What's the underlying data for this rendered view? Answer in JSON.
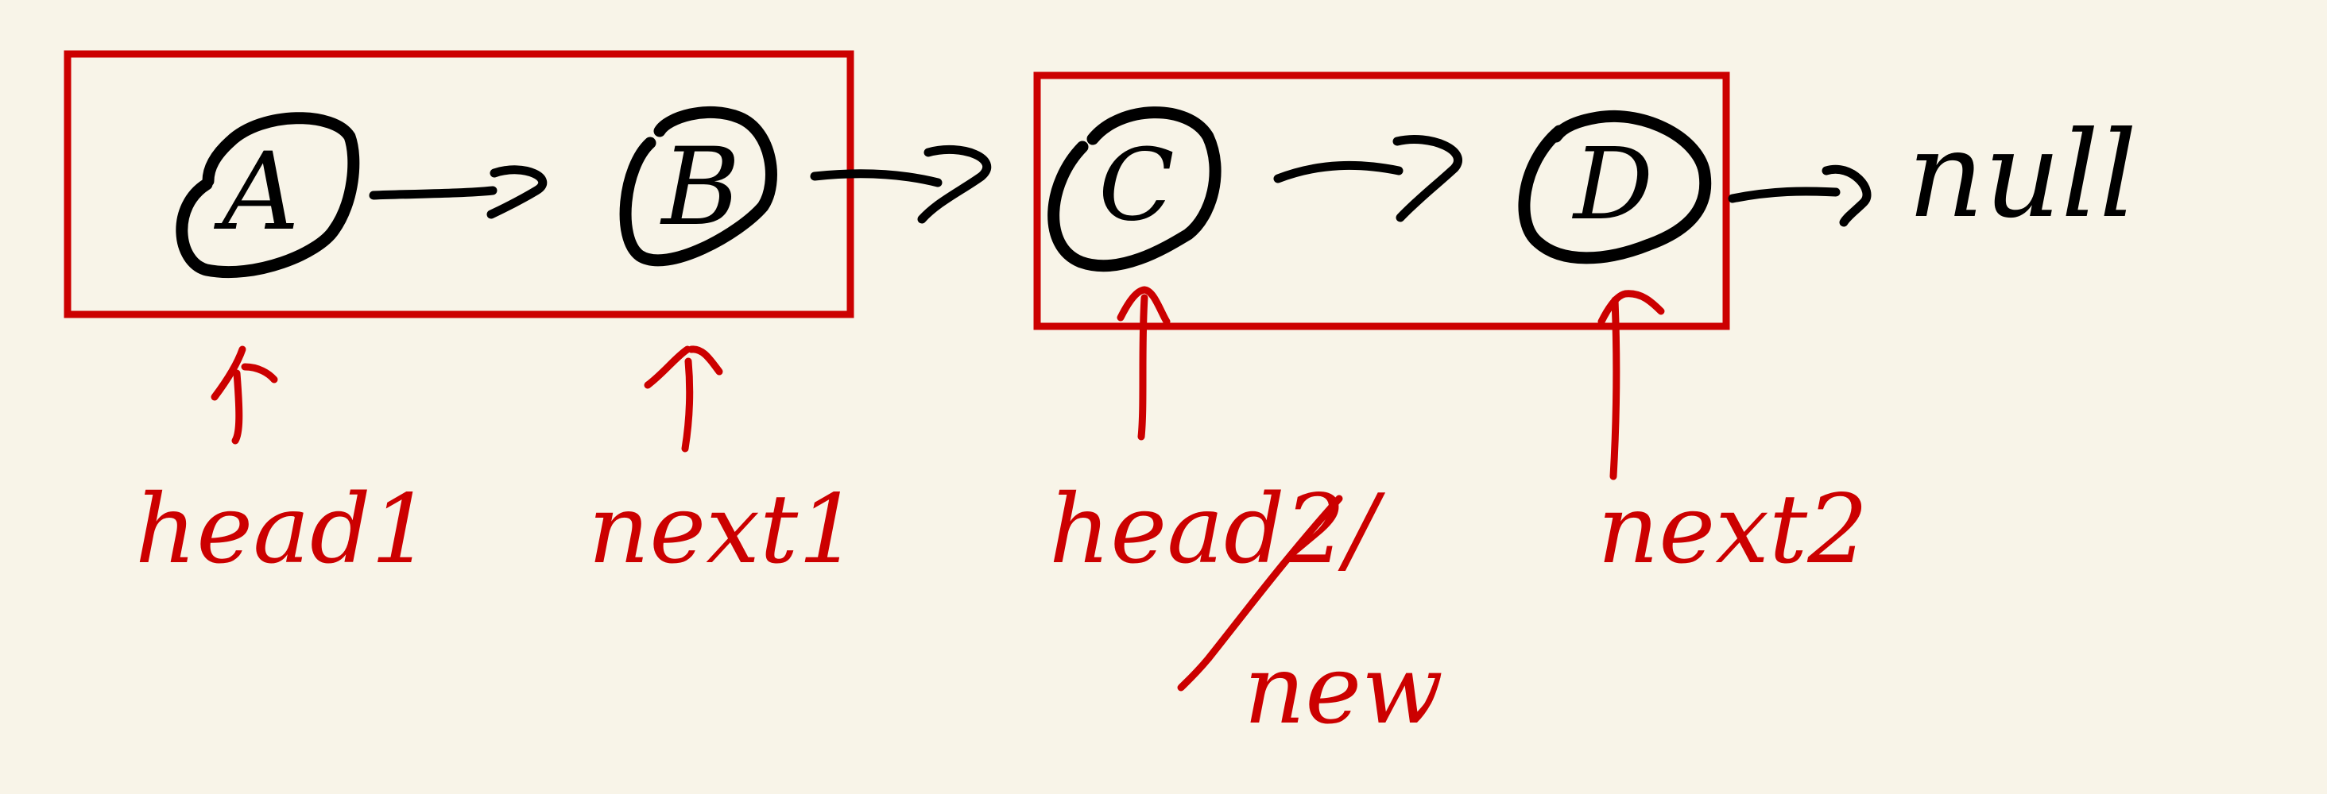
{
  "colors": {
    "background": "#f8f4e8",
    "ink": "#000000",
    "annotation": "#cc0000"
  },
  "nodes": [
    {
      "label": "A"
    },
    {
      "label": "B"
    },
    {
      "label": "C"
    },
    {
      "label": "D"
    }
  ],
  "terminal": {
    "label": "null"
  },
  "pointers": [
    {
      "label": "head1"
    },
    {
      "label": "next1"
    },
    {
      "label": "head2/"
    },
    {
      "label": "new"
    },
    {
      "label": "next2"
    }
  ]
}
